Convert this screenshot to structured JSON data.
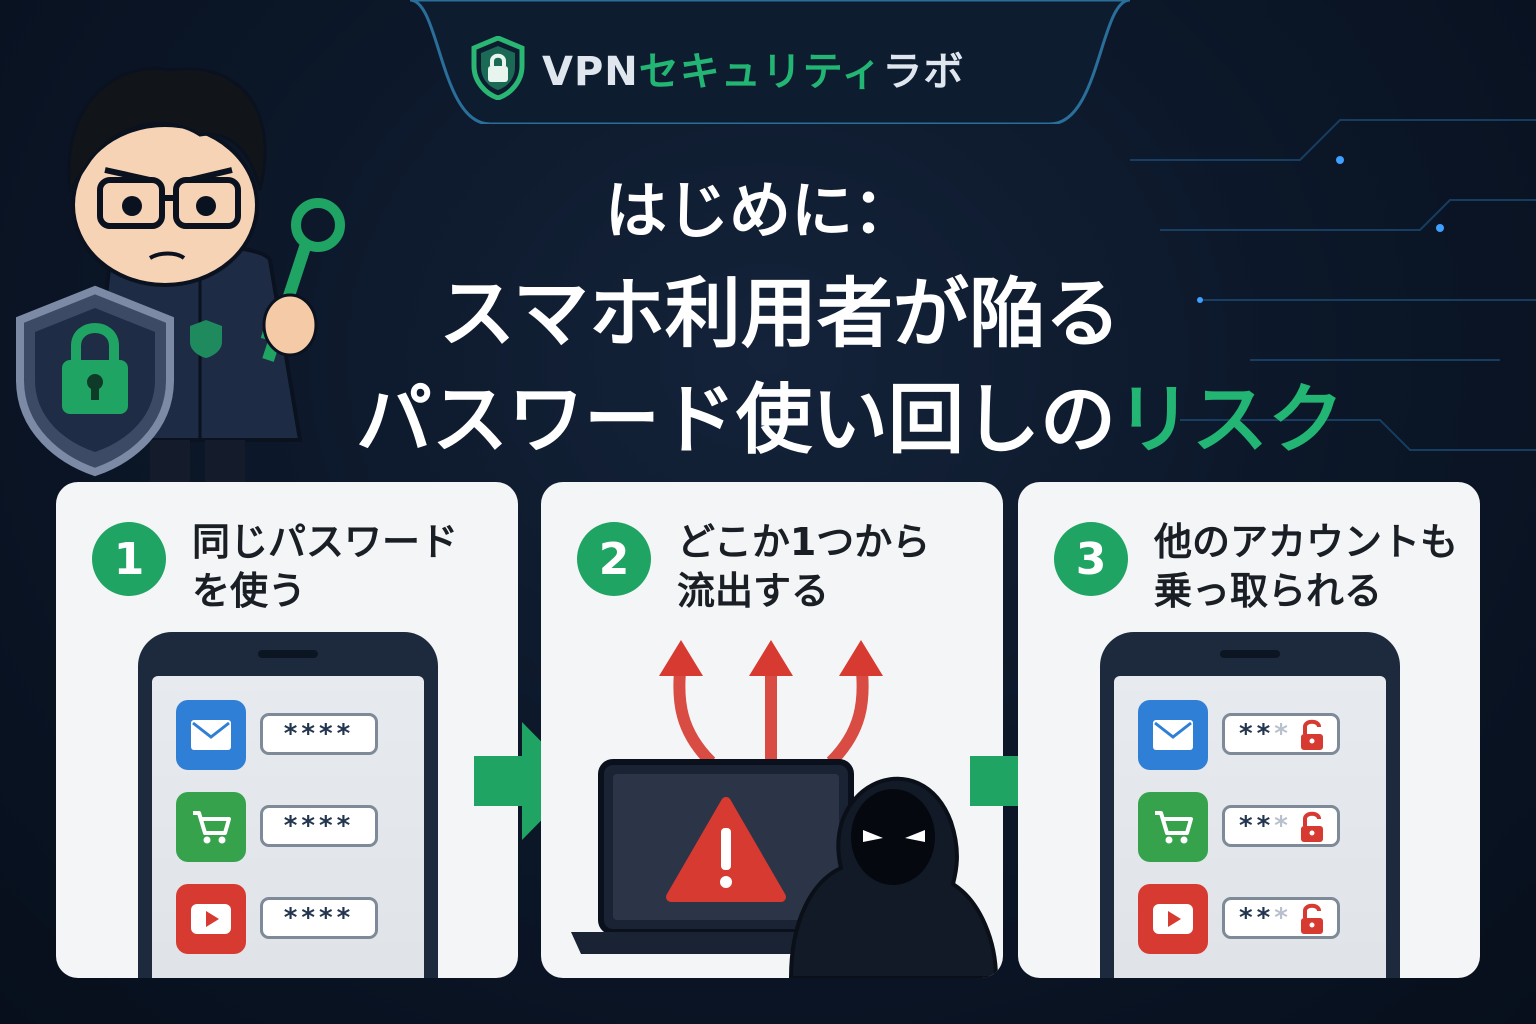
{
  "brand": {
    "name_part1": "VPN",
    "name_part2": "セキュリティ",
    "name_part3": "ラボ",
    "icon": "shield-lock-icon"
  },
  "title": {
    "line1": "はじめに：",
    "line2": "スマホ利用者が陥る",
    "line3_main": "パスワード使い回しの",
    "line3_highlight": "リスク"
  },
  "steps": [
    {
      "number": "1",
      "text_line1": "同じパスワード",
      "text_line2": "を使う",
      "rows": [
        {
          "icon": "mail-icon",
          "password": "****"
        },
        {
          "icon": "cart-icon",
          "password": "****"
        },
        {
          "icon": "video-play-icon",
          "password": "****"
        }
      ]
    },
    {
      "number": "2",
      "text_line1": "どこか1つから",
      "text_line2": "流出する",
      "icons": [
        "leak-arrows-icon",
        "laptop-icon",
        "warning-icon",
        "hooded-hacker-icon"
      ]
    },
    {
      "number": "3",
      "text_line1": "他のアカウントも",
      "text_line2": "乗っ取られる",
      "rows": [
        {
          "icon": "mail-icon",
          "password": "**",
          "faded": "*",
          "status": "unlocked-padlock-icon"
        },
        {
          "icon": "cart-icon",
          "password": "**",
          "faded": "*",
          "status": "unlocked-padlock-icon"
        },
        {
          "icon": "video-play-icon",
          "password": "**",
          "faded": "*",
          "status": "unlocked-padlock-icon"
        }
      ]
    }
  ],
  "colors": {
    "background": "#0b1627",
    "accent_green": "#22b573",
    "step_badge": "#1fa463",
    "alert_red": "#d63a30",
    "mail_blue": "#2f7fd6",
    "cart_green": "#36a34c"
  }
}
